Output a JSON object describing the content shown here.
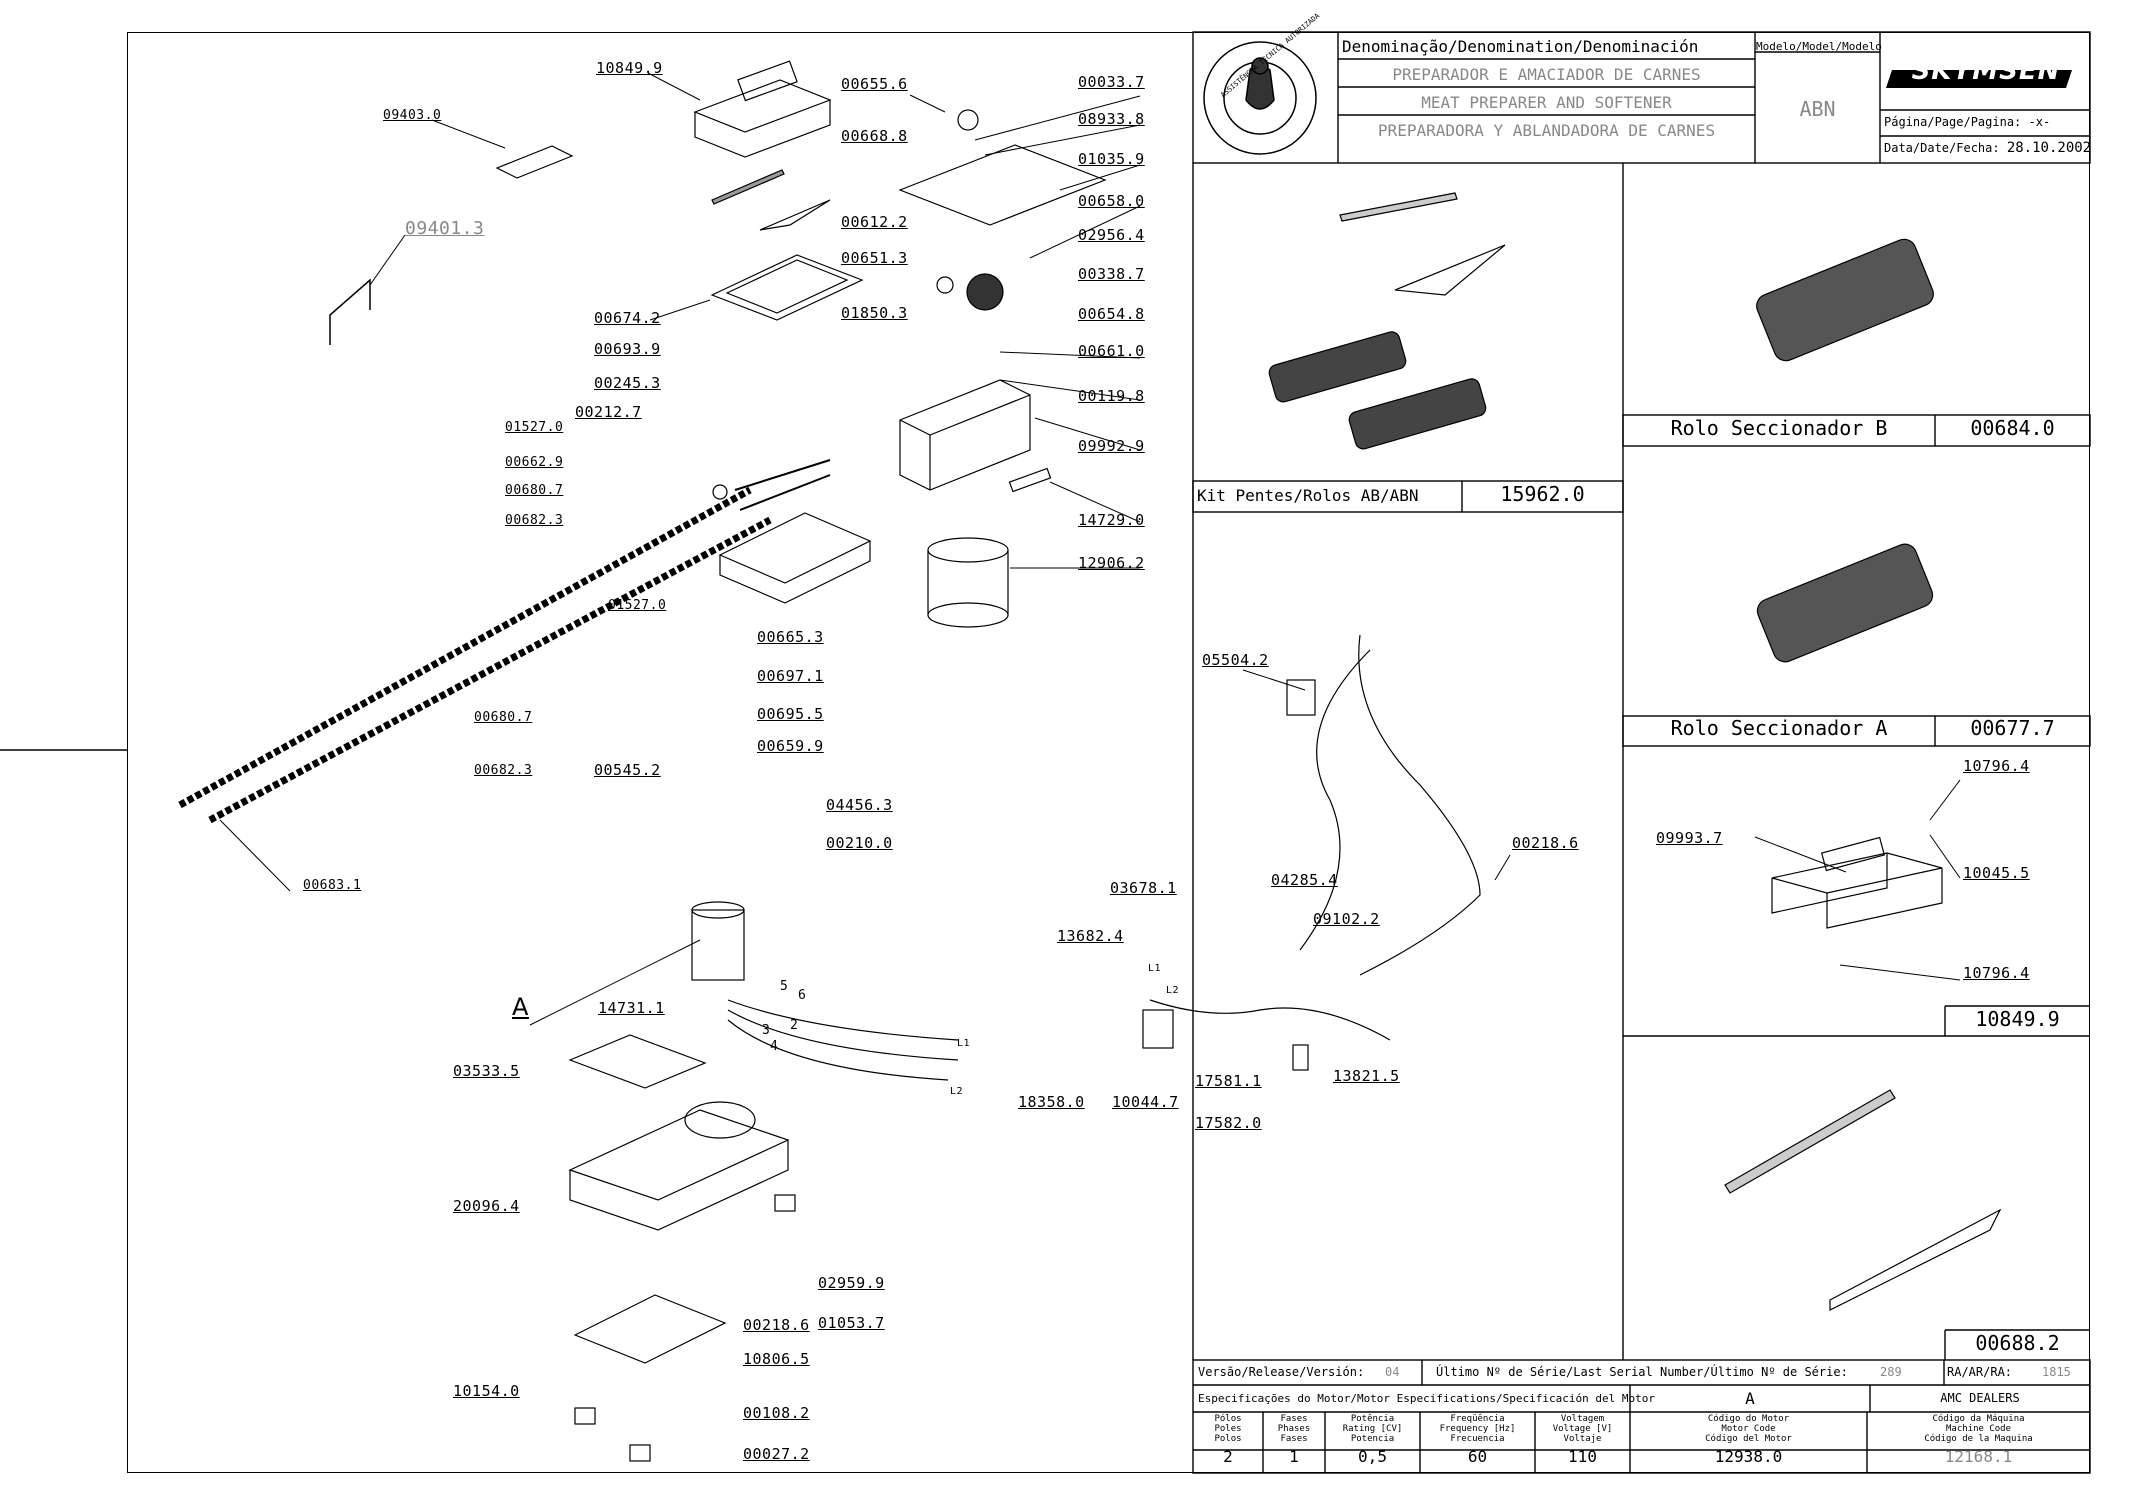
{
  "title_block": {
    "denomination_header": "Denominação/Denomination/Denominación",
    "name_pt": "PREPARADOR E AMACIADOR DE CARNES",
    "name_en": "MEAT PREPARER AND SOFTENER",
    "name_es": "PREPARADORA Y ABLANDADORA DE CARNES",
    "model_header": "Modelo/Model/Modelo",
    "model": "ABN",
    "brand": "SKYMSEN",
    "page_label": "Página/Page/Pagina:",
    "page_value": "-x-",
    "date_label": "Data/Date/Fecha:",
    "date_value": "28.10.2002",
    "seal_text": "ASSISTÊNCIA TÉCNICA AUTORIZADA"
  },
  "kits": {
    "kit_label": "Kit Pentes/Rolos AB/ABN",
    "kit_code": "15962.0",
    "roller_b_label": "Rolo Seccionador B",
    "roller_b_code": "00684.0",
    "roller_a_label": "Rolo Seccionador A",
    "roller_a_code": "00677.7",
    "comb_assembly_code": "10849.9",
    "comb_code": "00688.2",
    "detail_labels": [
      "10796.4",
      "09993.7",
      "10045.5",
      "10796.4"
    ]
  },
  "footer": {
    "version_label": "Versão/Release/Versión:",
    "version_value": "04",
    "serial_label": "Último Nº de Série/Last Serial Number/Último Nº de Série:",
    "serial_value": "289",
    "ra_label": "RA/AR/RA:",
    "ra_value": "1815",
    "motor_spec_label": "Especificações do Motor/Motor Especifications/Specificación del Motor",
    "motor_letter": "A",
    "dealers": "AMC DEALERS",
    "columns": [
      {
        "head": [
          "Pólos",
          "Poles",
          "Polos"
        ],
        "value": "2"
      },
      {
        "head": [
          "Fases",
          "Phases",
          "Fases"
        ],
        "value": "1"
      },
      {
        "head": [
          "Potência",
          "Rating [CV]",
          "Potencia"
        ],
        "value": "0,5"
      },
      {
        "head": [
          "Freqüência",
          "Frequency [Hz]",
          "Frecuencia"
        ],
        "value": "60"
      },
      {
        "head": [
          "Voltagem",
          "Voltage [V]",
          "Voltaje"
        ],
        "value": "110"
      },
      {
        "head": [
          "Código do Motor",
          "Motor Code",
          "Código del Motor"
        ],
        "value": "12938.0"
      },
      {
        "head": [
          "Código da Máquina",
          "Machine Code",
          "Código de la Maquina"
        ],
        "value": "12168.1"
      }
    ]
  },
  "part_labels": [
    "10849.9",
    "09403.0",
    "09401.3",
    "00655.6",
    "00033.7",
    "00668.8",
    "08933.8",
    "01035.9",
    "00658.0",
    "00612.2",
    "02956.4",
    "00651.3",
    "00338.7",
    "00674.2",
    "01850.3",
    "00654.8",
    "00693.9",
    "00661.0",
    "00245.3",
    "00119.8",
    "00212.7",
    "01527.0",
    "09992.9",
    "00662.9",
    "00680.7",
    "14729.0",
    "00682.3",
    "12906.2",
    "01527.0",
    "00665.3",
    "00697.1",
    "00680.7",
    "00695.5",
    "00682.3",
    "00659.9",
    "00545.2",
    "00683.1",
    "04456.3",
    "00210.0",
    "A",
    "14731.1",
    "03533.5",
    "20096.4",
    "02959.9",
    "00218.6",
    "01053.7",
    "10806.5",
    "10154.0",
    "00108.2",
    "00027.2",
    "05504.2",
    "00218.6",
    "03678.1",
    "04285.4",
    "09102.2",
    "13682.4",
    "L1",
    "L2",
    "18358.0",
    "10044.7",
    "17581.1",
    "13821.5",
    "17582.0",
    "L1",
    "L2",
    "5",
    "6",
    "2",
    "3",
    "4"
  ]
}
